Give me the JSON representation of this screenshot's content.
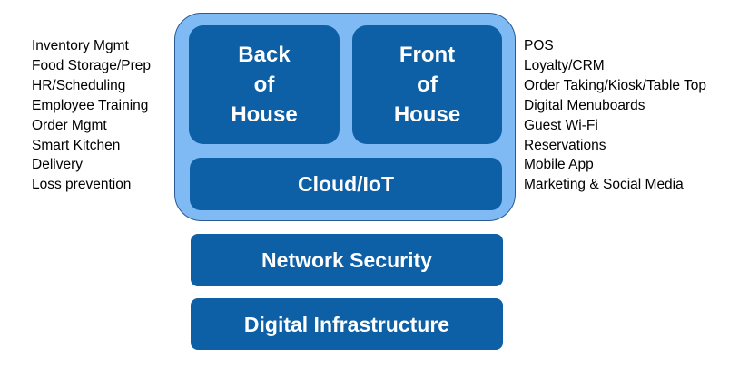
{
  "left_list": [
    "Inventory Mgmt",
    "Food Storage/Prep",
    "HR/Scheduling",
    "Employee Training",
    "Order Mgmt",
    "Smart Kitchen",
    "Delivery",
    "Loss prevention"
  ],
  "right_list": [
    "POS",
    "Loyalty/CRM",
    "Order Taking/Kiosk/Table Top",
    "Digital Menuboards",
    "Guest Wi-Fi",
    "Reservations",
    "Mobile App",
    "Marketing & Social Media"
  ],
  "blocks": {
    "back_of_house": "Back\nof\nHouse",
    "front_of_house": "Front\nof\nHouse",
    "cloud_iot": "Cloud/IoT",
    "network_security": "Network Security",
    "digital_infrastructure": "Digital Infrastructure"
  },
  "colors": {
    "block_fill": "#0d5fa6",
    "container_fill": "#7fbaf5",
    "container_border": "#2a5a93",
    "block_text": "#ffffff",
    "list_text": "#000000"
  }
}
